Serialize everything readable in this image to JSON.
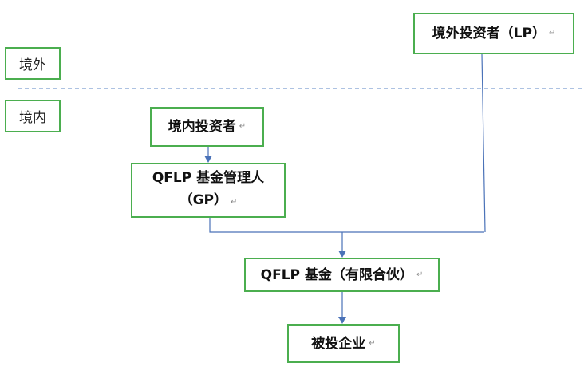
{
  "zones": {
    "offshore": "境外",
    "onshore": "境内"
  },
  "nodes": {
    "lp": "境外投资者（LP）",
    "domestic_investor": "境内投资者",
    "gp_line1": "QFLP 基金管理人",
    "gp_line2": "（GP）",
    "fund": "QFLP 基金（有限合伙）",
    "portfolio": "被投企业"
  },
  "paragraph_mark": "↵",
  "colors": {
    "box_border": "#4bae4f",
    "connector": "#4a72b8",
    "divider": "#5b86c6"
  }
}
